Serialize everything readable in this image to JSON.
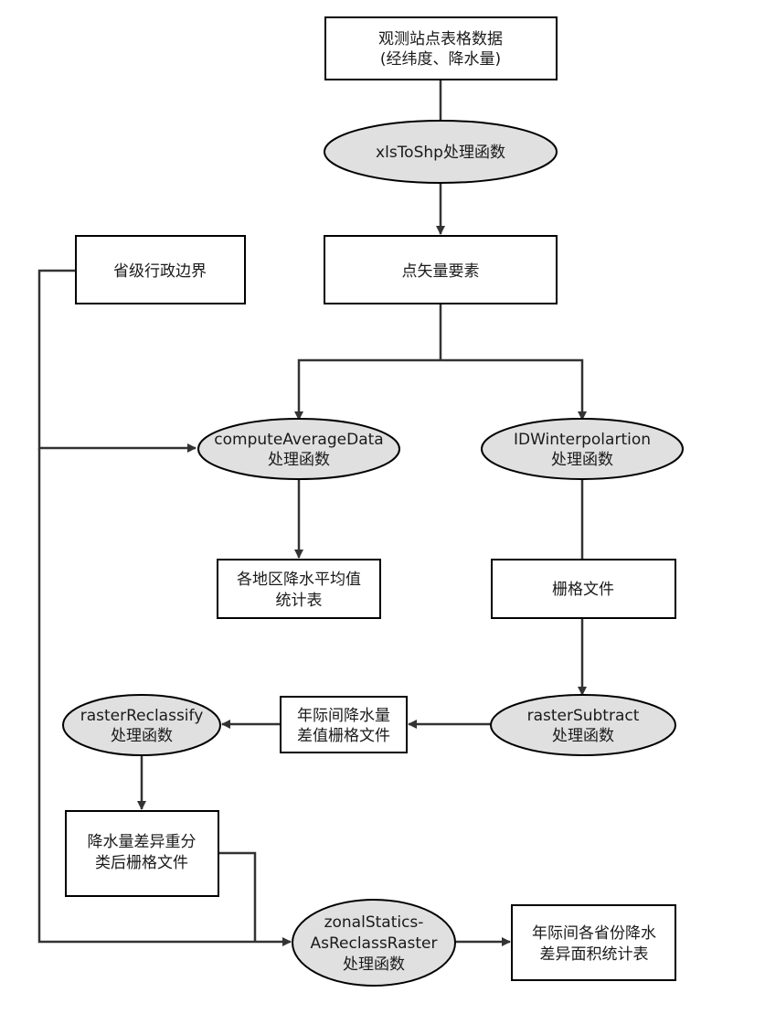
{
  "nodes": {
    "station_table": {
      "line1": "观测站点表格数据",
      "line2": "(经纬度、降水量)"
    },
    "xls_to_shp": {
      "line1": "xlsToShp处理函数"
    },
    "province_boundary": {
      "line1": "省级行政边界"
    },
    "point_vector": {
      "line1": "点矢量要素"
    },
    "compute_average": {
      "line1": "computeAverageData",
      "line2": "处理函数"
    },
    "idw_interpolation": {
      "line1": "IDWinterpolartion",
      "line2": "处理函数"
    },
    "region_avg_table": {
      "line1": "各地区降水平均值",
      "line2": "统计表"
    },
    "raster_file": {
      "line1": "栅格文件"
    },
    "raster_subtract": {
      "line1": "rasterSubtract",
      "line2": "处理函数"
    },
    "diff_raster": {
      "line1": "年际间降水量",
      "line2": "差值栅格文件"
    },
    "raster_reclassify": {
      "line1": "rasterReclassify",
      "line2": "处理函数"
    },
    "reclassified_raster": {
      "line1": "降水量差异重分",
      "line2": "类后栅格文件"
    },
    "zonal_statics": {
      "line1": "zonalStatics-",
      "line2": "AsReclassRaster",
      "line3": "处理函数"
    },
    "area_table": {
      "line1": "年际间各省份降水",
      "line2": "差异面积统计表"
    }
  },
  "colors": {
    "box_fill": "#ffffff",
    "ellipse_fill": "#e0e0e0",
    "stroke": "#000000",
    "edge": "#333333"
  }
}
